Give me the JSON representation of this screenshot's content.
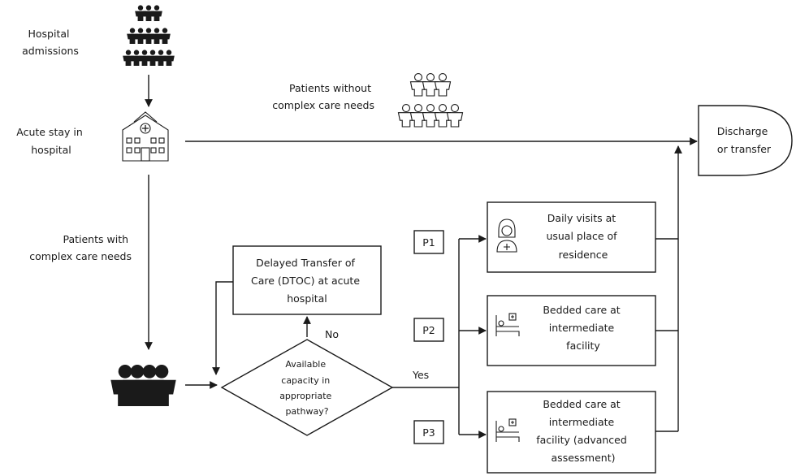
{
  "labels": {
    "hospital_admissions": [
      "Hospital",
      "admissions"
    ],
    "acute_stay": [
      "Acute stay in",
      "hospital"
    ],
    "patients_with": [
      "Patients with",
      "complex care needs"
    ],
    "patients_without": [
      "Patients without",
      "complex care needs"
    ],
    "discharge": [
      "Discharge",
      "or transfer"
    ],
    "dtoc": [
      "Delayed Transfer of",
      "Care (DTOC) at acute",
      "hospital"
    ],
    "decision": [
      "Available",
      "capacity in",
      "appropriate",
      "pathway?"
    ],
    "no": "No",
    "yes": "Yes",
    "p1": "P1",
    "p2": "P2",
    "p3": "P3",
    "pathway1": [
      "Daily visits at",
      "usual place of",
      "residence"
    ],
    "pathway2": [
      "Bedded care at",
      "intermediate",
      "facility"
    ],
    "pathway3": [
      "Bedded care at",
      "intermediate",
      "facility (advanced",
      "assessment)"
    ]
  },
  "icons": {
    "admissions_crowd": "people-pyramid-icon",
    "hospital_building": "hospital-icon",
    "outline_crowd": "people-outline-icon",
    "complex_patients": "people-group-icon",
    "nurse": "nurse-icon",
    "bed_p2": "hospital-bed-icon",
    "bed_p3": "hospital-bed-icon"
  }
}
